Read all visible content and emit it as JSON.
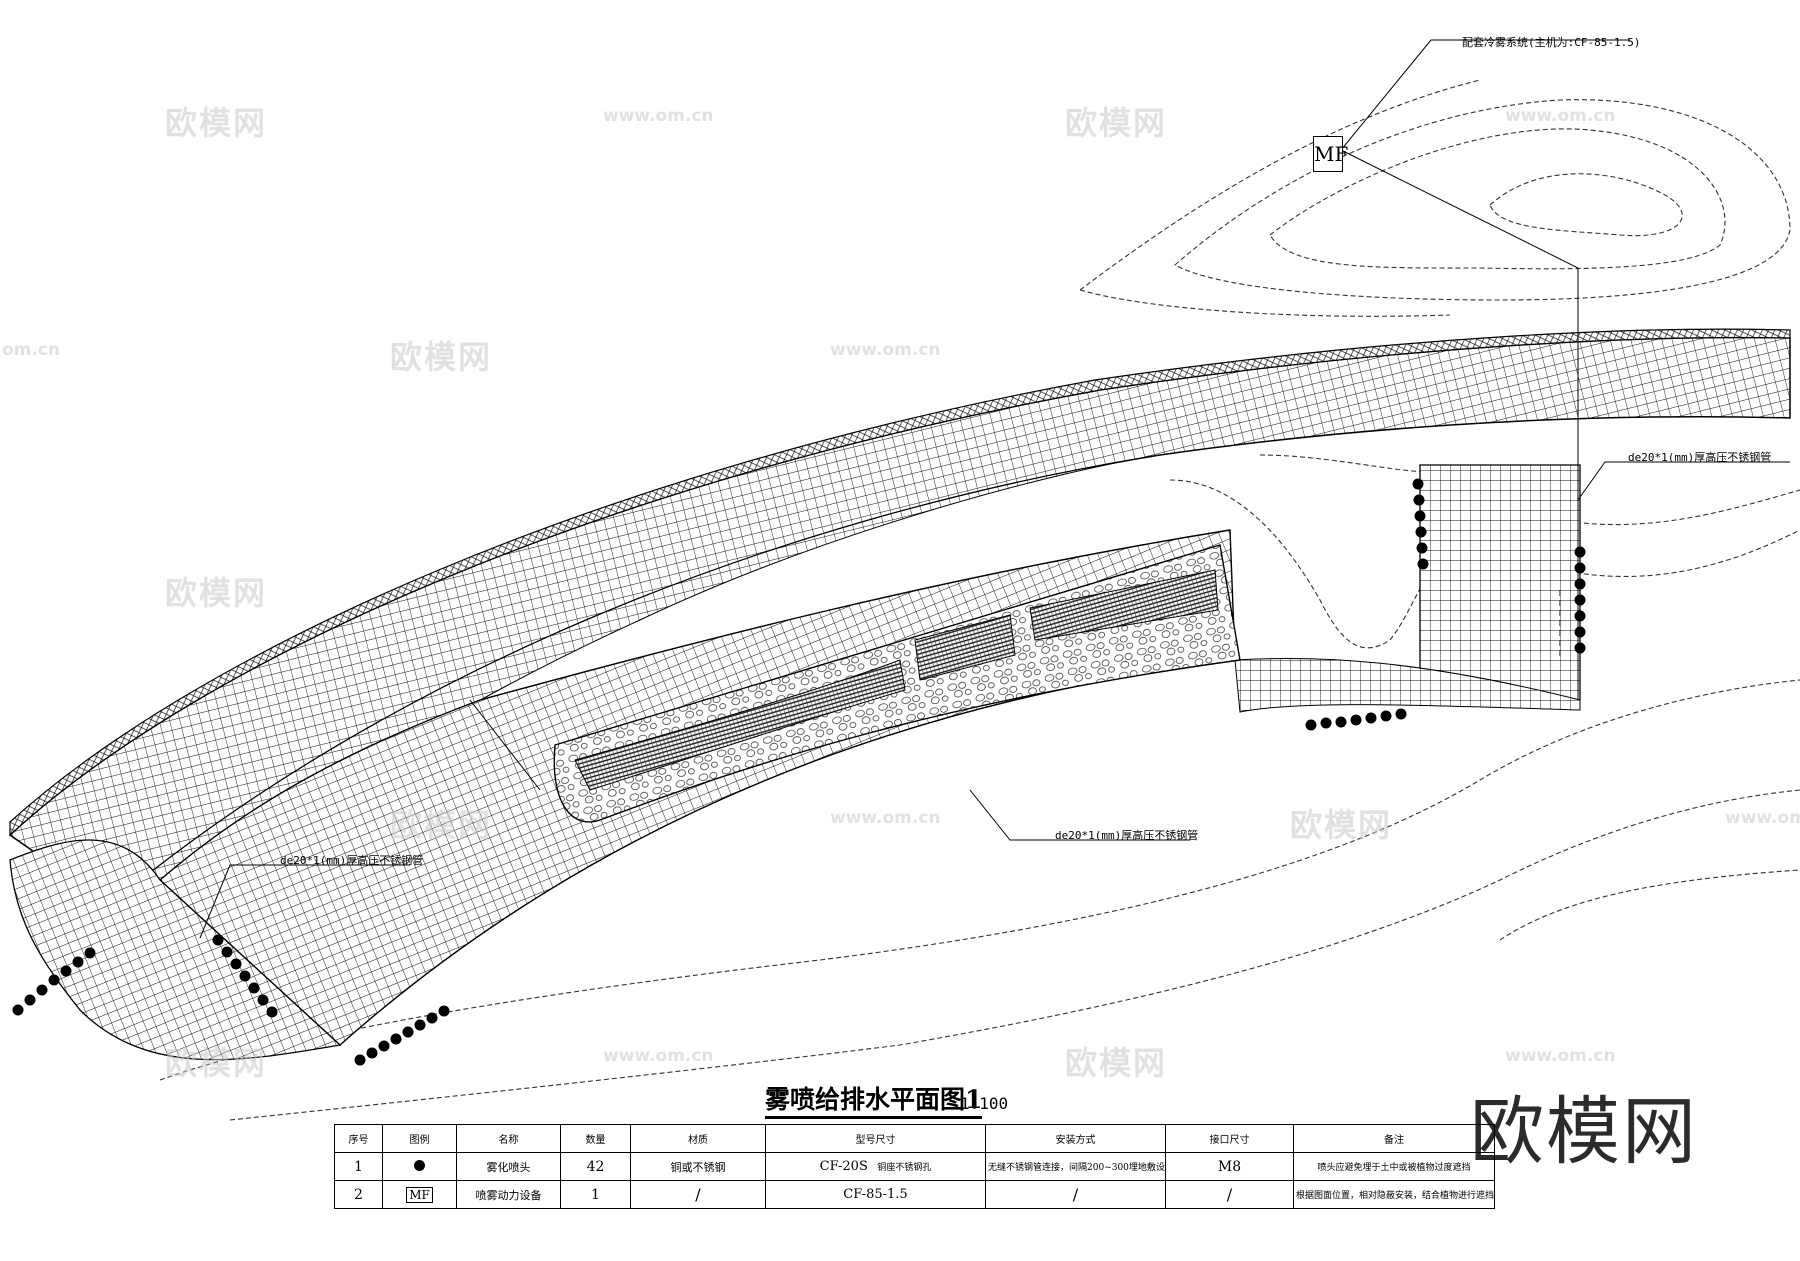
{
  "drawing": {
    "title": "雾喷给排水平面图1",
    "scale": "1:100",
    "callouts": {
      "system": "配套冷雾系统(主机为:CF-85-1.5)",
      "pipe_right": "de20*1(mm)厚高压不锈钢管",
      "pipe_mid": "de20*1(mm)厚高压不锈钢管",
      "pipe_left": "de20*1(mm)厚高压不锈钢管"
    },
    "mf_symbol": "MF"
  },
  "watermarks": {
    "cn": "欧模网",
    "url": "www.om.cn",
    "url_edge": "om.cn",
    "brand": "欧模网"
  },
  "legend_table": {
    "headers": [
      "序号",
      "图例",
      "名称",
      "数量",
      "材质",
      "型号尺寸",
      "安装方式",
      "接口尺寸",
      "备注"
    ],
    "rows": [
      {
        "no": "1",
        "symbol": "dot",
        "name": "雾化喷头",
        "qty": "42",
        "material": "铜或不锈钢",
        "model": "CF-20S",
        "model_note": "铜座不锈钢孔",
        "install": "无缝不锈钢管连接，间隔200~300埋地敷设",
        "port": "M8",
        "remark": "喷头应避免埋于土中或被植物过度遮挡"
      },
      {
        "no": "2",
        "symbol": "MF",
        "name": "喷雾动力设备",
        "qty": "1",
        "material": "/",
        "model": "CF-85-1.5",
        "model_note": "",
        "install": "/",
        "port": "/",
        "remark": "根据图面位置，相对隐蔽安装，结合植物进行遮挡"
      }
    ]
  }
}
